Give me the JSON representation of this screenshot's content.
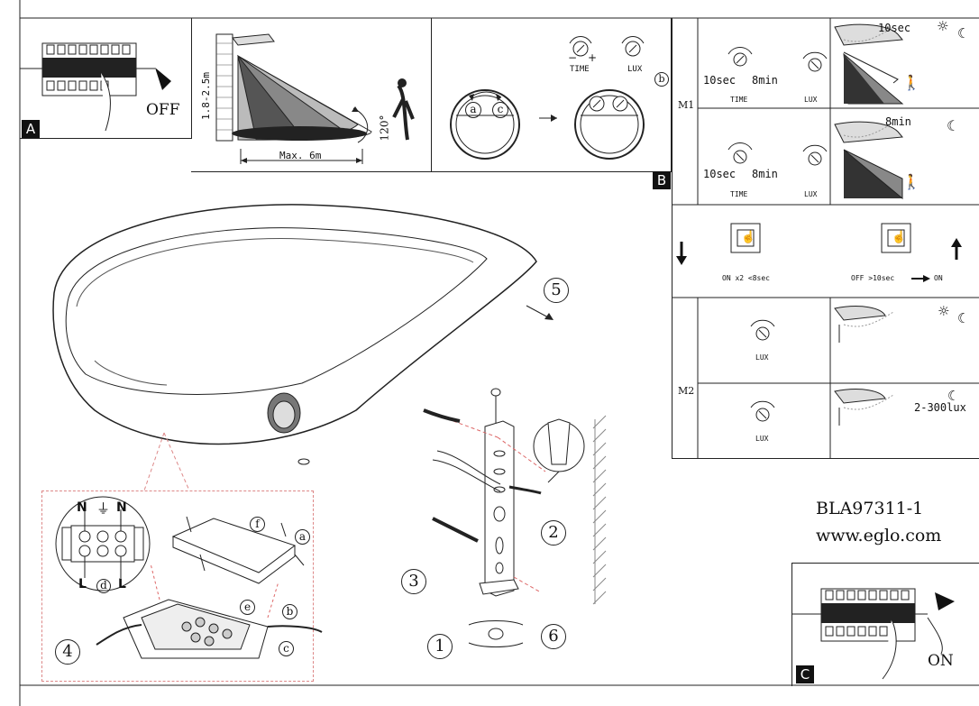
{
  "panel_a": {
    "badge": "A",
    "off_label": "OFF"
  },
  "panel_install": {
    "height_label": "1.8-2.5m",
    "distance_label": "Max. 6m",
    "angle_label": "120°"
  },
  "panel_b": {
    "badge": "B",
    "knob_a": "a",
    "knob_c": "c",
    "knob_b": "b",
    "time_label": "TIME",
    "lux_label": "LUX",
    "minus": "−",
    "plus": "+"
  },
  "m1": {
    "label": "M1",
    "row1": {
      "min": "10sec",
      "max": "8min",
      "time": "TIME",
      "lux": "LUX",
      "result": "10sec"
    },
    "row2": {
      "min": "10sec",
      "max": "8min",
      "time": "TIME",
      "lux": "LUX",
      "result": "8min"
    }
  },
  "switch_row": {
    "left_text": "ON x2 <8sec",
    "right_text": "OFF >10sec",
    "right_arrow_text": "ON"
  },
  "m2": {
    "label": "M2",
    "row1": {
      "lux": "LUX"
    },
    "row2": {
      "lux": "LUX",
      "result": "2-300lux"
    }
  },
  "product": {
    "code": "BLA97311-1",
    "website": "www.eglo.com"
  },
  "panel_c": {
    "badge": "C",
    "on_label": "ON"
  },
  "wiring": {
    "n_left": "N",
    "n_right": "N",
    "l_left": "L",
    "l_right": "L",
    "d": "d",
    "ground": "⏚"
  },
  "steps": {
    "s1": "1",
    "s2": "2",
    "s3": "3",
    "s4": "4",
    "s5": "5",
    "s6": "6",
    "a": "a",
    "b": "b",
    "c": "c",
    "e": "e",
    "f": "f"
  },
  "icons": [
    "sun-icon",
    "moon-icon",
    "walking-person-icon",
    "hand-press-icon",
    "arrow-down-icon",
    "arrow-up-icon"
  ]
}
